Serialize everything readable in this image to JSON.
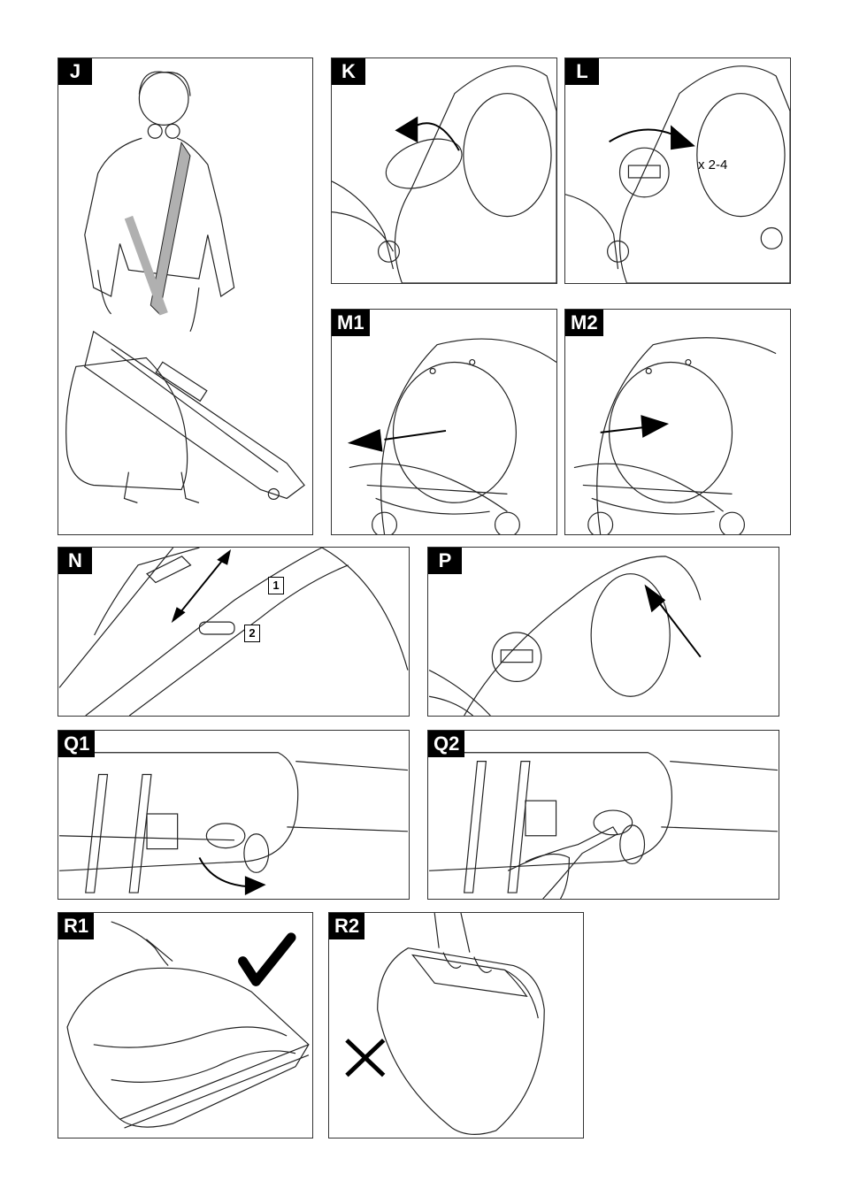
{
  "panels": {
    "J": {
      "label": "J"
    },
    "K": {
      "label": "K"
    },
    "L": {
      "label": "L",
      "note": "x 2-4"
    },
    "M1": {
      "label": "M1"
    },
    "M2": {
      "label": "M2"
    },
    "N": {
      "label": "N",
      "marker_1": "1",
      "marker_2": "2"
    },
    "P": {
      "label": "P"
    },
    "Q1": {
      "label": "Q1"
    },
    "Q2": {
      "label": "Q2"
    },
    "R1": {
      "label": "R1",
      "status_icon": "check-mark-icon"
    },
    "R2": {
      "label": "R2",
      "status_icon": "cross-mark-icon"
    }
  },
  "colors": {
    "line": "#222222",
    "label_bg": "#000000",
    "label_text": "#ffffff",
    "strap": "#b0b0b0"
  }
}
